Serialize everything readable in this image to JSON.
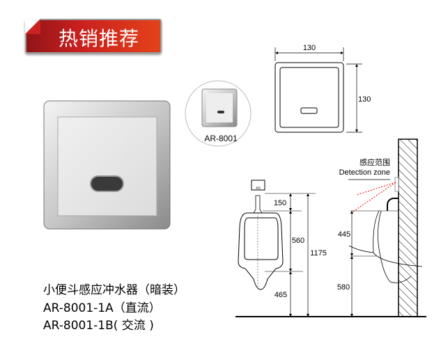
{
  "banner": {
    "label": "热销推荐"
  },
  "inset": {
    "model_label": "AR-8001"
  },
  "front_view": {
    "width_label": "130",
    "height_label": "130"
  },
  "installation": {
    "detection_zone_cn": "感应范围",
    "detection_zone_en": "Detection zone",
    "dims_front": [
      "150",
      "560",
      "1175",
      "465"
    ],
    "dims_side": [
      "445",
      "580"
    ]
  },
  "caption": {
    "title": "小便斗感应冲水器（暗装）",
    "model_a": "AR-8001-1A（直流）",
    "model_b": "AR-8001-1B( 交流 )"
  }
}
